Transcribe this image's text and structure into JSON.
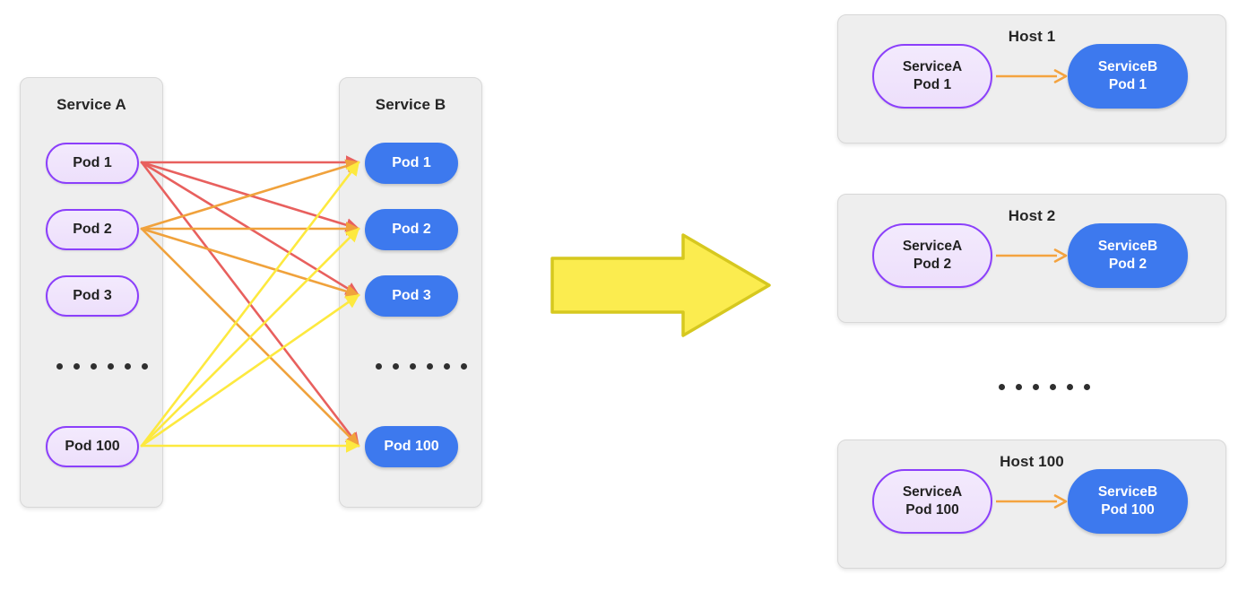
{
  "left_diagram": {
    "service_a": {
      "title": "Service A",
      "pods": [
        "Pod 1",
        "Pod 2",
        "Pod 3"
      ],
      "ellipsis": "......"
    },
    "service_b": {
      "title": "Service B",
      "pods": [
        "Pod 1",
        "Pod 2",
        "Pod 3"
      ],
      "ellipsis": "......"
    },
    "last_pod_label": "Pod 100",
    "edges": {
      "description": "full mesh: every Service A pod connects to every Service B pod",
      "colors": {
        "pod1": "#e8605e",
        "pod2": "#f0a23c",
        "pod100": "#fde93f"
      },
      "links": [
        {
          "from": "Pod 1",
          "to": "Pod 1",
          "color": "#e8605e"
        },
        {
          "from": "Pod 1",
          "to": "Pod 2",
          "color": "#e8605e"
        },
        {
          "from": "Pod 1",
          "to": "Pod 3",
          "color": "#e8605e"
        },
        {
          "from": "Pod 1",
          "to": "Pod 100",
          "color": "#e8605e"
        },
        {
          "from": "Pod 2",
          "to": "Pod 1",
          "color": "#f0a23c"
        },
        {
          "from": "Pod 2",
          "to": "Pod 2",
          "color": "#f0a23c"
        },
        {
          "from": "Pod 2",
          "to": "Pod 3",
          "color": "#f0a23c"
        },
        {
          "from": "Pod 2",
          "to": "Pod 100",
          "color": "#f0a23c"
        },
        {
          "from": "Pod 100",
          "to": "Pod 1",
          "color": "#fde93f"
        },
        {
          "from": "Pod 100",
          "to": "Pod 2",
          "color": "#fde93f"
        },
        {
          "from": "Pod 100",
          "to": "Pod 3",
          "color": "#fde93f"
        },
        {
          "from": "Pod 100",
          "to": "Pod 100",
          "color": "#fde93f"
        }
      ]
    }
  },
  "transform_arrow": {
    "direction": "right",
    "fill": "#fbec4f",
    "stroke": "#d6c81f"
  },
  "right_diagram": {
    "ellipsis": "......",
    "hosts": [
      {
        "title": "Host 1",
        "source": {
          "line1": "ServiceA",
          "line2": "Pod 1"
        },
        "target": {
          "line1": "ServiceB",
          "line2": "Pod 1"
        },
        "arrow_color": "#f4a33f"
      },
      {
        "title": "Host 2",
        "source": {
          "line1": "ServiceA",
          "line2": "Pod 2"
        },
        "target": {
          "line1": "ServiceB",
          "line2": "Pod 2"
        },
        "arrow_color": "#f4a33f"
      },
      {
        "title": "Host 100",
        "source": {
          "line1": "ServiceA",
          "line2": "Pod 100"
        },
        "target": {
          "line1": "ServiceB",
          "line2": "Pod 100"
        },
        "arrow_color": "#f4a33f"
      }
    ]
  },
  "palette": {
    "panel_bg": "#eeeeee",
    "panel_border": "#d8d8d8",
    "pod_purple_border": "#8b3ffb",
    "pod_purple_fill": "#eddffb",
    "pod_blue_fill": "#3d79ee",
    "text": "#262626"
  }
}
